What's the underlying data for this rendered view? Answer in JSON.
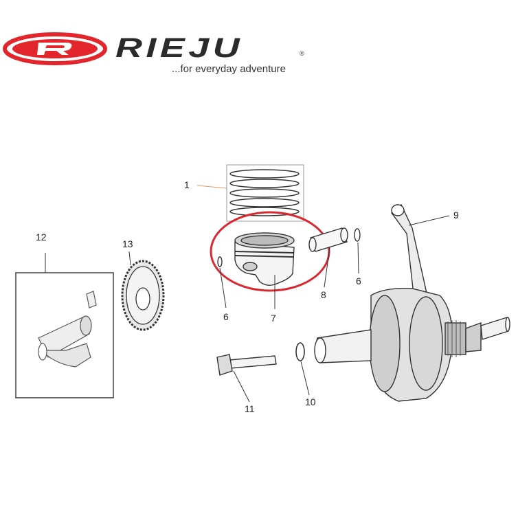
{
  "brand": {
    "name": "RIEJU",
    "registered_mark": "®",
    "tagline": "...for everyday adventure",
    "accent_color": "#e3262b"
  },
  "diagram": {
    "highlight_color": "#d9282f",
    "line_color": "#333333",
    "callouts": [
      {
        "id": "1",
        "label": "1",
        "part": "piston rings"
      },
      {
        "id": "6a",
        "label": "6",
        "part": "piston pin clip"
      },
      {
        "id": "6b",
        "label": "6",
        "part": "piston pin clip"
      },
      {
        "id": "7",
        "label": "7",
        "part": "piston"
      },
      {
        "id": "8",
        "label": "8",
        "part": "piston pin"
      },
      {
        "id": "9",
        "label": "9",
        "part": "crankshaft"
      },
      {
        "id": "10",
        "label": "10",
        "part": "washer"
      },
      {
        "id": "11",
        "label": "11",
        "part": "bolt"
      },
      {
        "id": "12",
        "label": "12",
        "part": "balancer shaft"
      },
      {
        "id": "13",
        "label": "13",
        "part": "gear"
      }
    ]
  }
}
